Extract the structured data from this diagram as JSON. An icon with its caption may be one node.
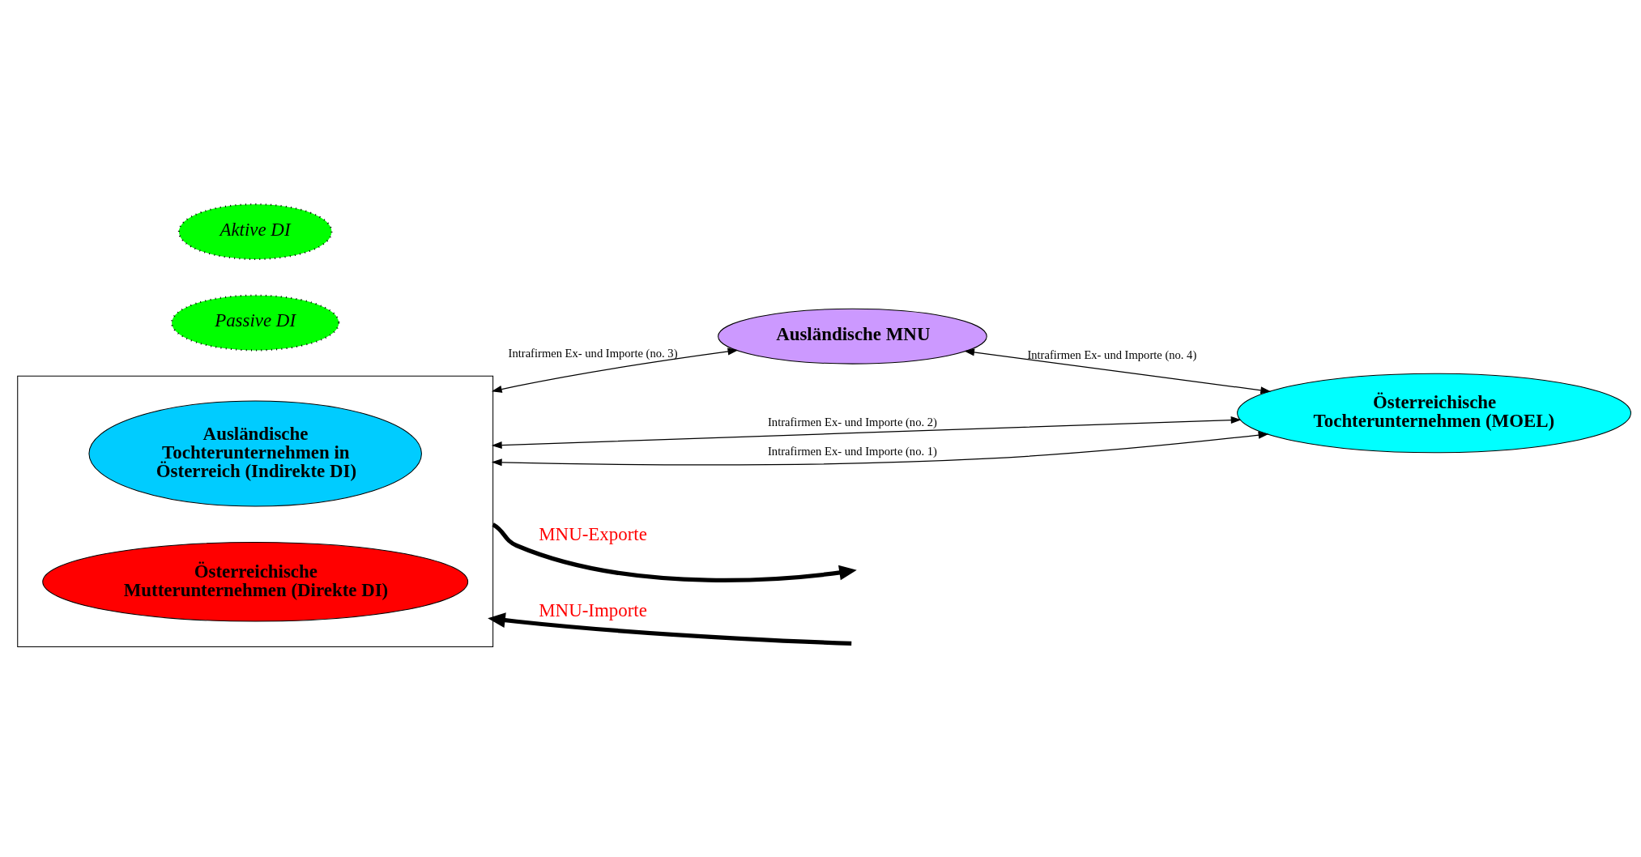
{
  "diagram": {
    "nodes": [
      {
        "text": [],
        "shape": "box"
      },
      {
        "text": [
          "Passive DI"
        ]
      },
      {
        "text": [
          "Ausländische Tochterunternehmen in Österreich (Indirekte DI)"
        ],
        "in": 0
      },
      {
        "text": [
          "Aktive DI"
        ]
      },
      {
        "text": [
          "Österreichische Mutterunternehmen (Direkte DI)"
        ],
        "in": 0
      },
      {
        "text": [
          "Ausländische MNU"
        ]
      },
      {
        "text": [
          "Österreichische Tochterunternehmen (MOEL)"
        ]
      }
    ],
    "edges": [
      {
        "from": 0,
        "to": 5,
        "arrow": "both",
        "label": "Intrafirmen Ex- und Importe (no. 3)"
      },
      {
        "from": 5,
        "to": 6,
        "arrow": "both",
        "label": "Intrafirmen Ex- und Importe (no. 4)"
      },
      {
        "from": 0,
        "to": 6,
        "arrow": "both",
        "label": "Intrafirmen Ex- und Importe (no. 2)"
      },
      {
        "from": 0,
        "to": 6,
        "arrow": "both",
        "label": "Intrafirmen Ex- und Importe (no. 1)"
      },
      {
        "from": 0,
        "to": null,
        "arrow": "to",
        "label": "MNU-Exporte",
        "style": "thick"
      },
      {
        "from": null,
        "to": 0,
        "arrow": "to",
        "label": "MNU-Importe",
        "style": "thick"
      }
    ]
  }
}
